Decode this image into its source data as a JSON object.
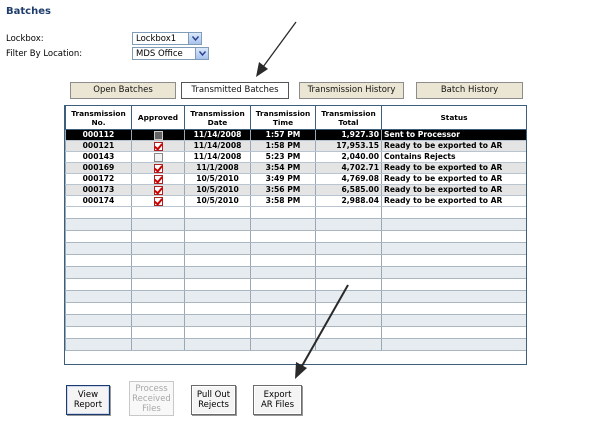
{
  "page": {
    "title": "Batches"
  },
  "filters": {
    "lockbox_label": "Lockbox:",
    "lockbox_value": "Lockbox1",
    "location_label": "Filter By Location:",
    "location_value": "MDS Office"
  },
  "tabs": [
    {
      "label": "Open Batches",
      "active": false
    },
    {
      "label": "Transmitted Batches",
      "active": true
    },
    {
      "label": "Transmission History",
      "active": false
    },
    {
      "label": "Batch History",
      "active": false
    }
  ],
  "grid": {
    "columns": [
      {
        "line1": "Transmission",
        "line2": "No."
      },
      {
        "line1": "Approved",
        "line2": ""
      },
      {
        "line1": "Transmission",
        "line2": "Date"
      },
      {
        "line1": "Transmission",
        "line2": "Time"
      },
      {
        "line1": "Transmission",
        "line2": "Total"
      },
      {
        "line1": "Status",
        "line2": ""
      }
    ],
    "rows": [
      {
        "no": "000112",
        "approved": false,
        "date": "11/14/2008",
        "time": "1:57 PM",
        "total": "1,927.30",
        "status": "Sent to Processor",
        "selected": true
      },
      {
        "no": "000121",
        "approved": true,
        "date": "11/14/2008",
        "time": "1:58 PM",
        "total": "17,953.15",
        "status": "Ready to be exported to AR",
        "selected": false
      },
      {
        "no": "000143",
        "approved": false,
        "date": "11/14/2008",
        "time": "5:23 PM",
        "total": "2,040.00",
        "status": "Contains Rejects",
        "selected": false
      },
      {
        "no": "000169",
        "approved": true,
        "date": "11/1/2008",
        "time": "3:54 PM",
        "total": "4,702.71",
        "status": "Ready to be exported to AR",
        "selected": false
      },
      {
        "no": "000172",
        "approved": true,
        "date": "10/5/2010",
        "time": "3:49 PM",
        "total": "4,769.08",
        "status": "Ready to be exported to AR",
        "selected": false
      },
      {
        "no": "000173",
        "approved": true,
        "date": "10/5/2010",
        "time": "3:56 PM",
        "total": "6,585.00",
        "status": "Ready to be exported to AR",
        "selected": false
      },
      {
        "no": "000174",
        "approved": true,
        "date": "10/5/2010",
        "time": "3:58 PM",
        "total": "2,988.04",
        "status": "Ready to be exported to AR",
        "selected": false
      }
    ],
    "empty_rows": 12
  },
  "actions": {
    "view_report": [
      "View",
      "Report"
    ],
    "process_received": [
      "Process",
      "Received",
      "Files"
    ],
    "pull_out_rejects": [
      "Pull Out",
      "Rejects"
    ],
    "export_ar": [
      "Export",
      "AR Files"
    ]
  },
  "colors": {
    "title": "#1f3d6b",
    "arrow": "#2a2a2a",
    "selected_row": "#000000"
  }
}
